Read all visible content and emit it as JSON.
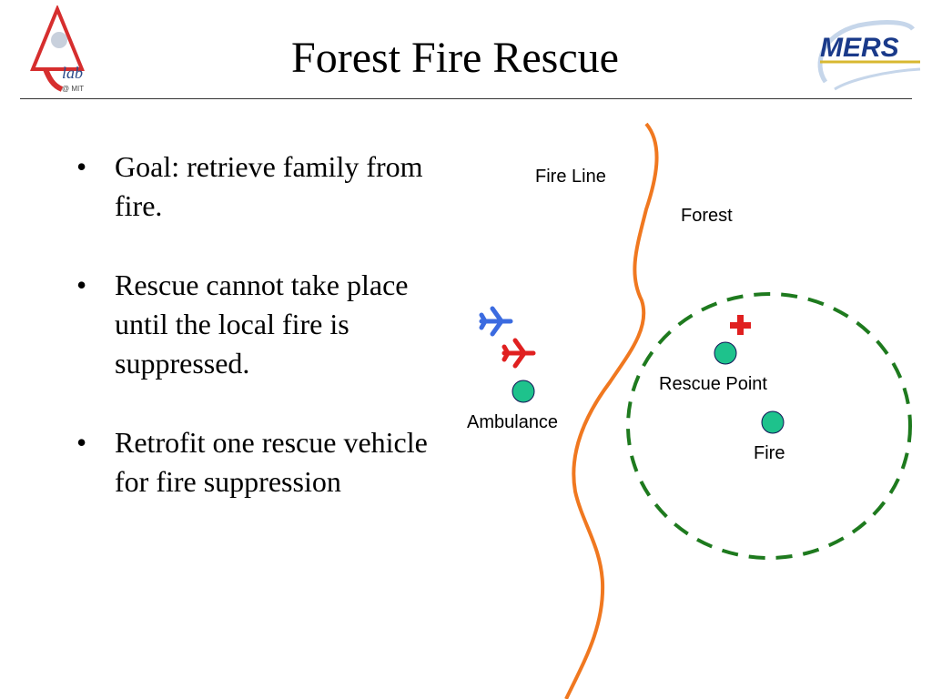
{
  "slide": {
    "title": "Forest Fire Rescue"
  },
  "logos": {
    "left": {
      "icon": "ilab-logo",
      "text": "lab",
      "subtext": "@ MIT",
      "color": "#d62e2e"
    },
    "right": {
      "icon": "mers-logo",
      "text": "MERS",
      "color": "#1a3a8a"
    }
  },
  "bullets": [
    {
      "text": "Goal: retrieve family from fire."
    },
    {
      "text": "Rescue cannot take place until the local fire is suppressed."
    },
    {
      "text": "Retrofit one rescue vehicle for fire suppression"
    }
  ],
  "diagram": {
    "labels": {
      "fire_line": "Fire Line",
      "forest": "Forest",
      "rescue_point": "Rescue Point",
      "ambulance": "Ambulance",
      "fire": "Fire"
    },
    "colors": {
      "fire_line": "#f07820",
      "fire_zone": "#1e7a1e",
      "node_fill": "#1ec28c",
      "plane_blue": "#3b6be0",
      "plane_red": "#e02020",
      "red_cross": "#e02020"
    },
    "icons": [
      "airplane-blue-icon",
      "airplane-red-icon",
      "red-cross-icon"
    ]
  }
}
